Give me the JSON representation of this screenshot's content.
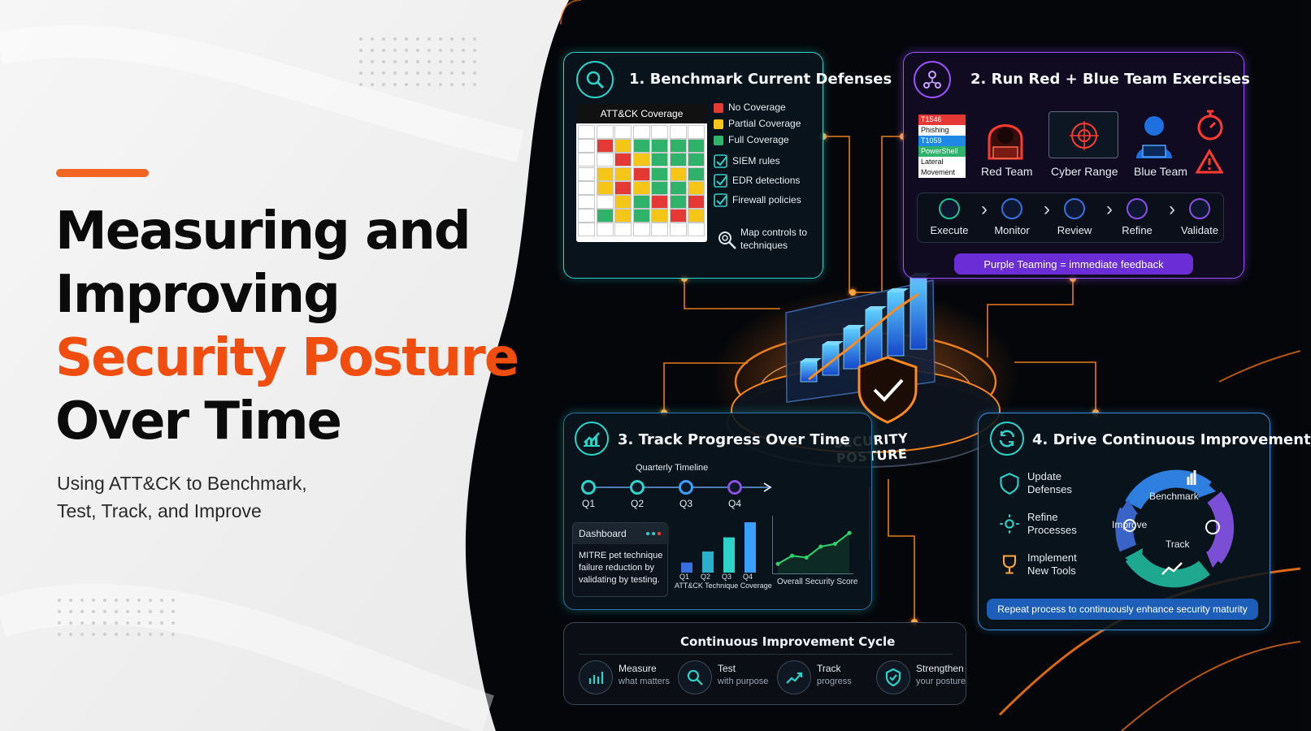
{
  "headline": {
    "line1": "Measuring and",
    "line2": "Improving",
    "line3": "Security Posture",
    "line4": "Over Time"
  },
  "subtitle": {
    "line1": "Using ATT&CK to Benchmark,",
    "line2": "Test, Track, and Improve"
  },
  "colors": {
    "accent": "#f26522",
    "teal": "#2bd3c9",
    "purple": "#9a52ff",
    "orange_glow": "#ff8a1e",
    "red": "#e53935",
    "yellow": "#f5c518",
    "green": "#2fb36b"
  },
  "panel1": {
    "title": "1. Benchmark Current Defenses",
    "icon": "search-icon",
    "grid_title": "ATT&CK Coverage",
    "grid_rows": [
      [
        "w",
        "w",
        "w",
        "w",
        "w",
        "w",
        "w"
      ],
      [
        "w",
        "r",
        "y",
        "g",
        "g",
        "g",
        "g"
      ],
      [
        "w",
        "w",
        "r",
        "y",
        "g",
        "g",
        "g"
      ],
      [
        "w",
        "y",
        "y",
        "r",
        "g",
        "y",
        "g"
      ],
      [
        "w",
        "y",
        "r",
        "y",
        "g",
        "g",
        "y"
      ],
      [
        "w",
        "w",
        "y",
        "g",
        "r",
        "g",
        "r"
      ],
      [
        "w",
        "g",
        "y",
        "g",
        "y",
        "r",
        "y"
      ],
      [
        "w",
        "w",
        "w",
        "w",
        "w",
        "w",
        "w"
      ]
    ],
    "legend": [
      {
        "label": "No Coverage",
        "color": "#e53935"
      },
      {
        "label": "Partial Coverage",
        "color": "#f5c518"
      },
      {
        "label": "Full Coverage",
        "color": "#2fb36b"
      }
    ],
    "checks": [
      "SIEM rules",
      "EDR detections",
      "Firewall policies"
    ],
    "map_line1": "Map controls to",
    "map_line2": "techniques"
  },
  "panel2": {
    "title": "2. Run Red + Blue Team Exercises",
    "tags": [
      {
        "label": "T1546",
        "color": "#e53935"
      },
      {
        "label": "Phishing",
        "color": "#ffffff"
      },
      {
        "label": "T1059",
        "color": "#1e88e5"
      },
      {
        "label": "PowerShell",
        "color": "#2fb36b"
      },
      {
        "label": "Lateral",
        "color": "#ffffff"
      },
      {
        "label": "Movement",
        "color": "#ffffff"
      }
    ],
    "actors": [
      "Red Team",
      "Cyber Range",
      "Blue Team"
    ],
    "steps": [
      "Execute",
      "Monitor",
      "Review",
      "Refine",
      "Validate"
    ],
    "banner": "Purple Teaming = immediate feedback"
  },
  "center": {
    "label": "SECURITY POSTURE",
    "bar_levels": [
      0.28,
      0.42,
      0.56,
      0.72,
      0.88,
      1.0
    ]
  },
  "panel3": {
    "title": "3. Track Progress Over Time",
    "timeline_title": "Quarterly Timeline",
    "quarters": [
      "Q1",
      "Q2",
      "Q3",
      "Q4"
    ],
    "dashboard_title": "Dashboard",
    "dashboard_text1": "MITRE pet technique",
    "dashboard_text2": "failure reduction by",
    "dashboard_text3": "validating by testing.",
    "coverage_chart": {
      "categories": [
        "Q1",
        "Q2",
        "Q3",
        "Q4"
      ],
      "values": [
        0.2,
        0.42,
        0.7,
        1.0
      ],
      "label": "ATT&CK Technique Coverage"
    },
    "score_chart": {
      "values": [
        0.12,
        0.3,
        0.26,
        0.5,
        0.56,
        0.8
      ],
      "label": "Overall Security Score"
    }
  },
  "panel4": {
    "title": "4. Drive Continuous Improvement",
    "items": [
      {
        "line1": "Update",
        "line2": "Defenses",
        "icon": "shield-icon"
      },
      {
        "line1": "Refine",
        "line2": "Processes",
        "icon": "gears-icon"
      },
      {
        "line1": "Implement",
        "line2": "New Tools",
        "icon": "trophy-icon"
      }
    ],
    "cycle": [
      "Benchmark",
      "Improve",
      "Track"
    ],
    "banner": "Repeat process to continuously enhance security maturity"
  },
  "bottom": {
    "title": "Continuous Improvement Cycle",
    "items": [
      {
        "label": "Measure",
        "sub": "what matters",
        "icon": "bar-chart-icon"
      },
      {
        "label": "Test",
        "sub": "with purpose",
        "icon": "target-search-icon"
      },
      {
        "label": "Track",
        "sub": "progress",
        "icon": "trend-icon"
      },
      {
        "label": "Strengthen",
        "sub": "your posture",
        "icon": "shield-check-icon"
      }
    ]
  }
}
